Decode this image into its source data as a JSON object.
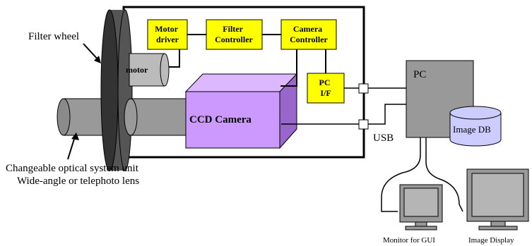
{
  "labels": {
    "filter_wheel": "Filter wheel",
    "motor": "motor",
    "motor_driver": [
      "Motor",
      "driver"
    ],
    "filter_controller": [
      "Filter",
      "Controller"
    ],
    "camera_controller": [
      "Camera",
      "Controller"
    ],
    "pc_if": [
      "PC",
      "I/F"
    ],
    "ccd_camera": "CCD Camera",
    "pc": "PC",
    "image_db": "Image DB",
    "usb": "USB",
    "optical_unit": "Changeable optical system unit",
    "lens": "Wide-angle or telephoto lens",
    "monitor_gui": "Monitor for GUI",
    "image_display": "Image Display"
  },
  "colors": {
    "controller_fill": "#ffff00",
    "camera_front": "#cc99ff",
    "camera_top": "#ddb8ff",
    "camera_side": "#9966cc",
    "pc_fill": "#999999",
    "db_fill": "#ccccff",
    "wheel_dark": "#555555",
    "wheel_face": "#333333",
    "cylinder_fill": "#999999",
    "monitor_fill": "#999999",
    "motor_fill": "#bbbbbb"
  }
}
